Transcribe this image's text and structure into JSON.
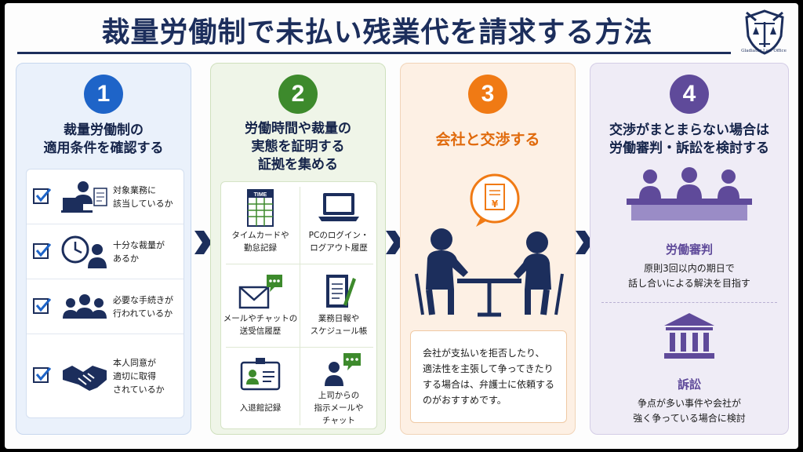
{
  "title": "裁量労働制で未払い残業代を請求する方法",
  "logo": {
    "caption": "Gladiator Law Office"
  },
  "steps": [
    {
      "number": "1",
      "heading": [
        "裁量労働制の",
        "適用条件を確認する"
      ],
      "items": [
        {
          "icon": "worker-desk-icon",
          "lines": [
            "対象業務に",
            "該当しているか"
          ]
        },
        {
          "icon": "clock-person-icon",
          "lines": [
            "十分な裁量が",
            "あるか"
          ]
        },
        {
          "icon": "people-group-icon",
          "lines": [
            "必要な手続きが",
            "行われているか"
          ]
        },
        {
          "icon": "handshake-icon",
          "lines": [
            "本人同意が",
            "適切に取得",
            "されているか"
          ]
        }
      ]
    },
    {
      "number": "2",
      "heading": [
        "労働時間や裁量の",
        "実態を証明する",
        "証拠を集める"
      ],
      "items": [
        {
          "icon": "timecard-icon",
          "icon_label": "TIME",
          "lines": [
            "タイムカードや",
            "勤怠記録"
          ]
        },
        {
          "icon": "laptop-icon",
          "lines": [
            "PCのログイン・",
            "ログアウト履歴"
          ]
        },
        {
          "icon": "mail-chat-icon",
          "lines": [
            "メールやチャットの",
            "送受信履歴"
          ]
        },
        {
          "icon": "notebook-icon",
          "lines": [
            "業務日報や",
            "スケジュール帳"
          ]
        },
        {
          "icon": "id-card-icon",
          "lines": [
            "入退館記録"
          ]
        },
        {
          "icon": "boss-chat-icon",
          "lines": [
            "上司からの",
            "指示メールや",
            "チャット"
          ]
        }
      ]
    },
    {
      "number": "3",
      "heading": [
        "会社と交渉する"
      ],
      "note": [
        "会社が支払いを拒否したり、",
        "適法性を主張して争ってきたり",
        "する場合は、弁護士に依頼する",
        "のがおすすめです。"
      ]
    },
    {
      "number": "4",
      "heading": [
        "交渉がまとまらない場合は",
        "労働審判・訴訟を検討する"
      ],
      "options": [
        {
          "icon": "tribunal-icon",
          "title": "労働審判",
          "lines": [
            "原則3回以内の期日で",
            "話し合いによる解決を目指す"
          ]
        },
        {
          "icon": "courthouse-icon",
          "title": "訴訟",
          "lines": [
            "争点が多い事件や会社が",
            "強く争っている場合に検討"
          ]
        }
      ]
    }
  ],
  "colors": {
    "navy": "#1c2e5c",
    "step1": "#1e64c8",
    "step2": "#3d8a2c",
    "step3": "#f07a14",
    "step4": "#5f4a9a"
  }
}
